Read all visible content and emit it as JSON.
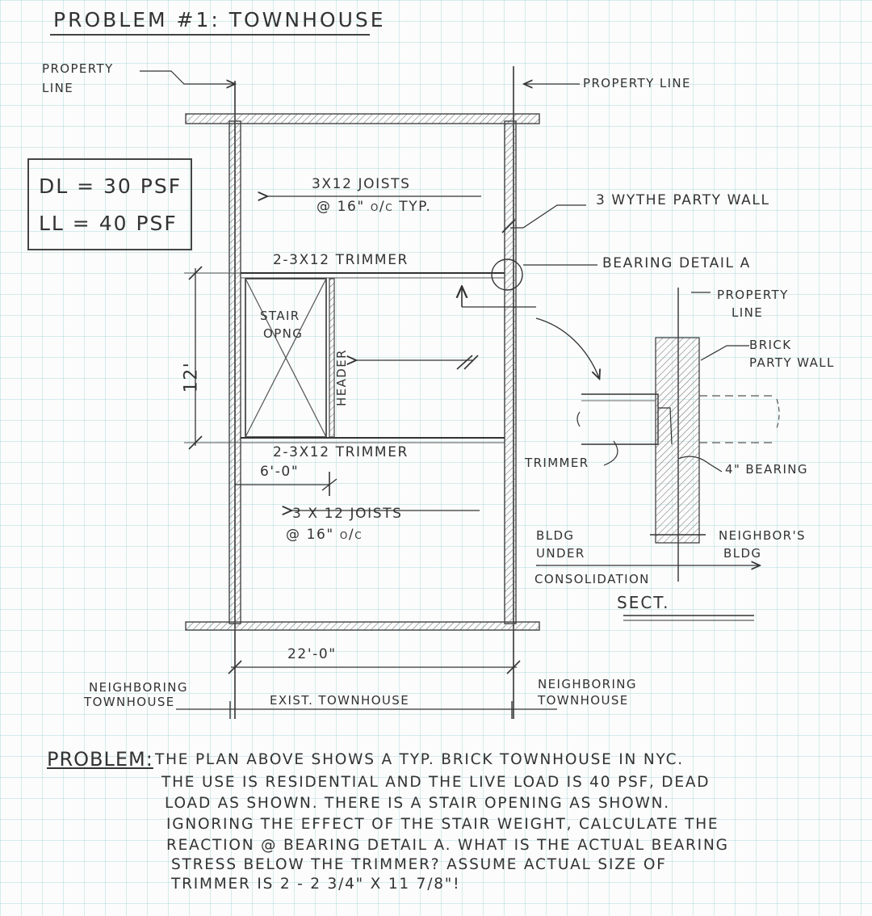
{
  "title": "PROBLEM #1: TOWNHOUSE",
  "loads": {
    "dl": "DL = 30 PSF",
    "ll": "LL = 40 PSF"
  },
  "plan": {
    "property_line_left": [
      "PROPERTY",
      "LINE"
    ],
    "property_line_right": "PROPERTY LINE",
    "joists_top": [
      "3X12 JOISTS",
      "@ 16\" o/c TYP."
    ],
    "party_wall": "3 WYTHE PARTY WALL",
    "trimmer_top": "2-3X12 TRIMMER",
    "bearing_detail": "BEARING DETAIL A",
    "stair_opening": [
      "STAIR",
      "OPNG"
    ],
    "header": "HEADER",
    "dim_12": "12'",
    "trimmer_bottom": "2-3X12 TRIMMER",
    "dim_6": "6'-0\"",
    "joists_bottom": [
      "3 X 12 JOISTS",
      "@ 16\" o/c"
    ],
    "dim_22": "22'-0\"",
    "neighboring_left": [
      "NEIGHBORING",
      "TOWNHOUSE"
    ],
    "existing": "EXIST. TOWNHOUSE",
    "neighboring_right": [
      "NEIGHBORING",
      "TOWNHOUSE"
    ]
  },
  "section": {
    "property_line": [
      "PROPERTY",
      "LINE"
    ],
    "brick_party_wall": [
      "BRICK",
      "PARTY WALL"
    ],
    "trimmer": "TRIMMER",
    "bearing": "4\" BEARING",
    "bldg_under": [
      "BLDG",
      "UNDER",
      "CONSOLIDATION"
    ],
    "neighbors_bldg": [
      "NEIGHBOR'S",
      "BLDG"
    ],
    "label": "SECT."
  },
  "problem": {
    "label": "PROBLEM:",
    "lines": [
      "THE PLAN ABOVE SHOWS A TYP. BRICK TOWNHOUSE IN NYC.",
      "THE USE IS RESIDENTIAL AND THE LIVE LOAD IS 40 PSF, DEAD",
      "LOAD AS SHOWN. THERE IS A STAIR OPENING AS SHOWN.",
      "IGNORING THE EFFECT OF THE STAIR WEIGHT, CALCULATE THE",
      "REACTION @ BEARING DETAIL A. WHAT IS THE ACTUAL BEARING",
      "STRESS BELOW THE TRIMMER? ASSUME ACTUAL SIZE OF",
      "TRIMMER IS 2 - 2 3/4\" X 11 7/8\"!"
    ]
  }
}
